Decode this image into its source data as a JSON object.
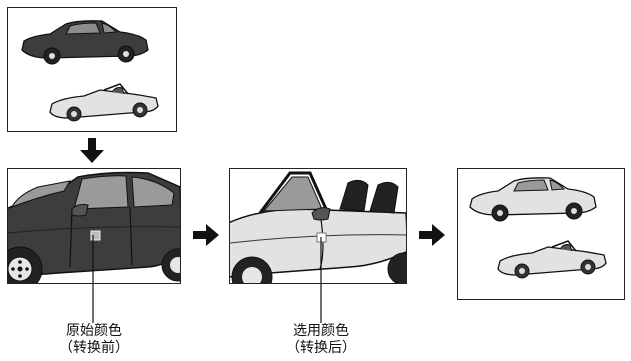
{
  "captions": {
    "original": {
      "line1": "原始颜色",
      "line2": "（转换前）"
    },
    "selected": {
      "line1": "选用颜色",
      "line2": "（转换后）"
    }
  },
  "colors": {
    "dark_car": "#3d3d3d",
    "light_car": "#e2e2e2",
    "outline": "#111111",
    "glass": "#9a9a9a"
  },
  "icons": [
    "arrow-down-icon",
    "arrow-right-icon"
  ]
}
